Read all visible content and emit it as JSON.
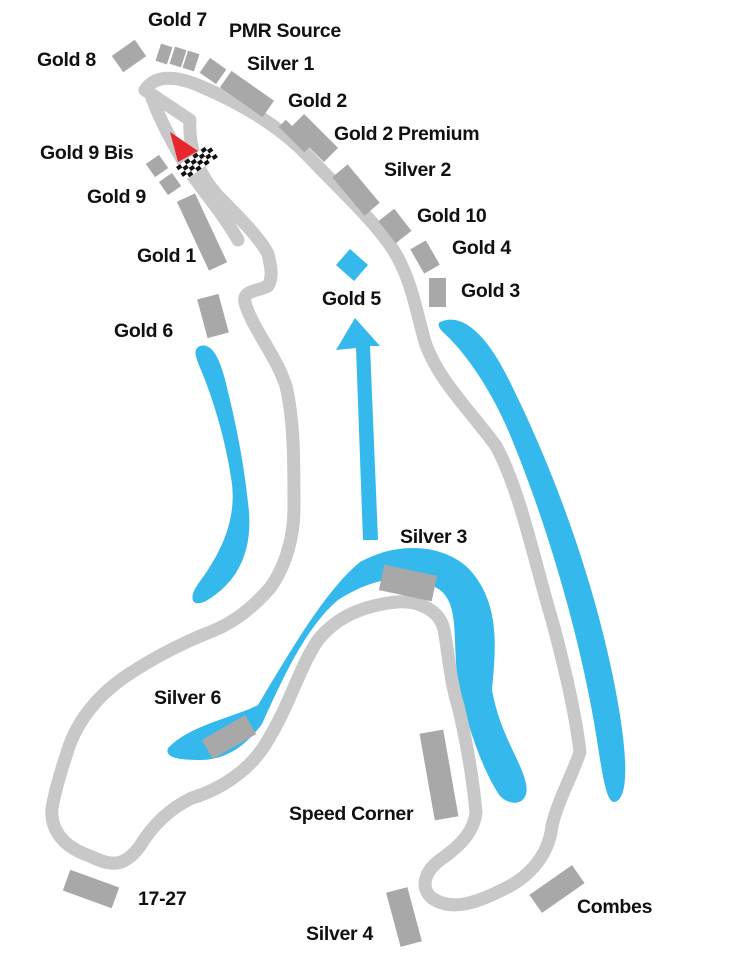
{
  "colors": {
    "track": "#c8c8c8",
    "water": "#35b8ec",
    "stand": "#a8a8a8",
    "label": "#111111",
    "flag_marker": "#e8262b",
    "background": "#ffffff"
  },
  "icons": {
    "start_direction": "start-direction-arrow-icon",
    "finish_line": "checkered-flag-icon",
    "direction_arrow": "up-arrow-icon"
  },
  "stands": {
    "gold_7": "Gold 7",
    "pmr_source": "PMR Source",
    "gold_8": "Gold 8",
    "silver_1": "Silver 1",
    "gold_2": "Gold 2",
    "gold_2_premium": "Gold 2 Premium",
    "gold_9_bis": "Gold 9 Bis",
    "silver_2": "Silver 2",
    "gold_9": "Gold 9",
    "gold_10": "Gold 10",
    "gold_4": "Gold 4",
    "gold_1": "Gold 1",
    "gold_3": "Gold 3",
    "gold_5": "Gold 5",
    "gold_6": "Gold 6",
    "silver_3": "Silver 3",
    "silver_6": "Silver 6",
    "speed_corner": "Speed Corner",
    "stand_17_27": "17-27",
    "combes": "Combes",
    "silver_4": "Silver 4"
  }
}
